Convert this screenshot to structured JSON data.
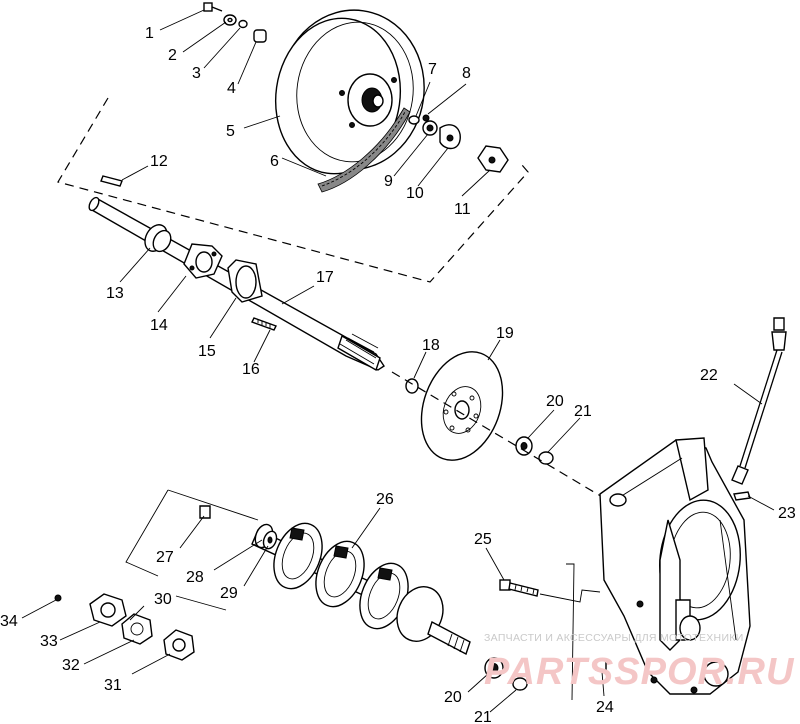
{
  "watermark": {
    "caption": "ЗАПЧАСТИ И АКСЕССУАРЫ ДЛЯ МОТОТЕХНИКИ",
    "brand": "PARTSSPOR.RU"
  },
  "callouts": [
    "1",
    "2",
    "3",
    "4",
    "5",
    "6",
    "7",
    "8",
    "9",
    "10",
    "11",
    "12",
    "13",
    "14",
    "15",
    "16",
    "17",
    "18",
    "19",
    "20",
    "21",
    "22",
    "23",
    "24",
    "25",
    "26",
    "27",
    "28",
    "29",
    "30",
    "31",
    "32",
    "33",
    "34",
    "20",
    "21"
  ],
  "colors": {
    "ink": "#000000",
    "watermark_red": "#f4c6c6",
    "watermark_grey": "#c9c9c9"
  }
}
